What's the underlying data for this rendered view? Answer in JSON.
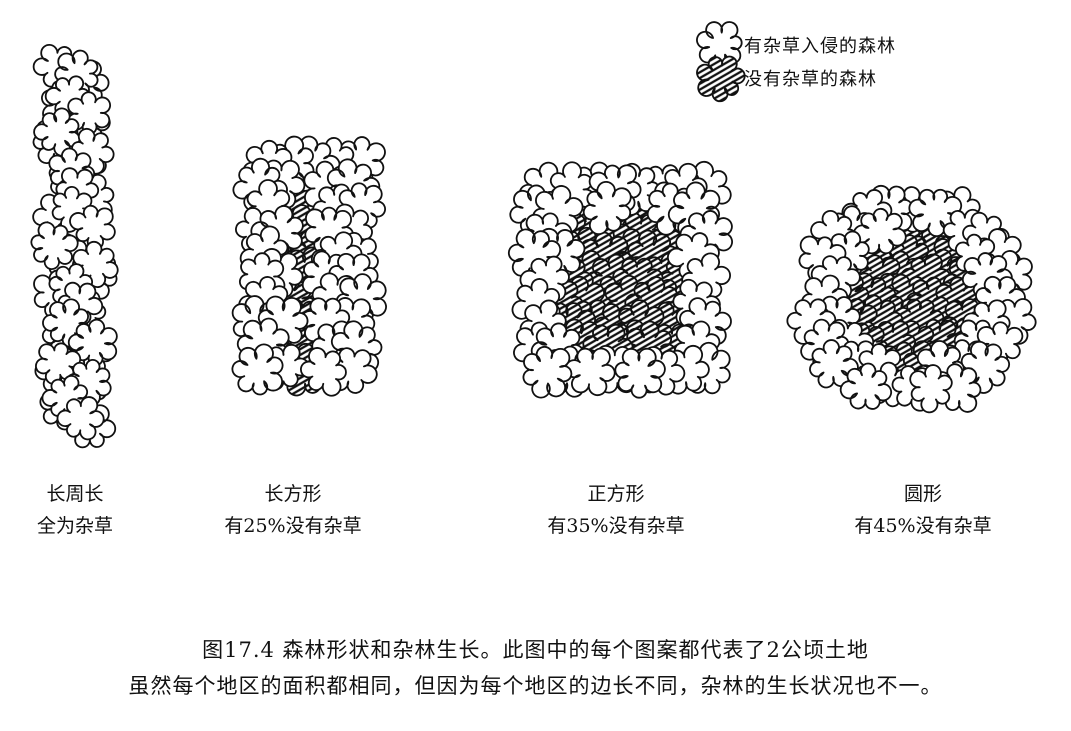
{
  "legend": {
    "items": [
      {
        "label": "有杂草入侵的森林",
        "pattern": "open"
      },
      {
        "label": "没有杂草的森林",
        "pattern": "hatched"
      }
    ]
  },
  "shapes": [
    {
      "id": "strip",
      "name": "长周长",
      "note": "全为杂草",
      "weed_free_percent": 0
    },
    {
      "id": "rectangle",
      "name": "长方形",
      "note": "有25%没有杂草",
      "weed_free_percent": 25
    },
    {
      "id": "square",
      "name": "正方形",
      "note": "有35%没有杂草",
      "weed_free_percent": 35
    },
    {
      "id": "circle",
      "name": "圆形",
      "note": "有45%没有杂草",
      "weed_free_percent": 45
    }
  ],
  "caption": {
    "line1": "图17.4  森林形状和杂林生长。此图中的每个图案都代表了2公顷土地",
    "line2": "虽然每个地区的面积都相同，但因为每个地区的边长不同，杂林的生长状况也不一。"
  },
  "colors": {
    "ink": "#111111",
    "paper": "#ffffff"
  }
}
